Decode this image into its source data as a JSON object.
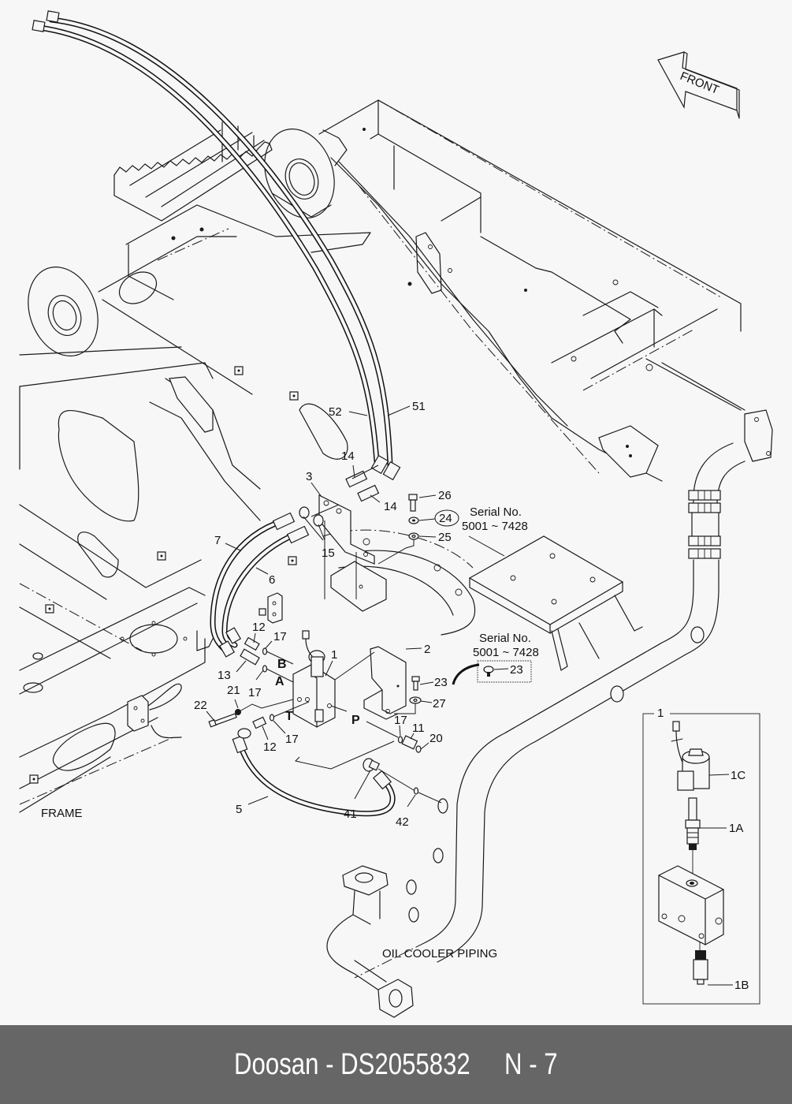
{
  "diagram": {
    "front_arrow_label": "FRONT",
    "frame_label": "FRAME",
    "oil_cooler_label": "OIL COOLER PIPING",
    "serial_notes": [
      {
        "line1": "Serial No.",
        "line2": "5001 ~ 7428"
      },
      {
        "line1": "Serial No.",
        "line2": "5001 ~ 7428"
      }
    ],
    "callouts": {
      "c52": "52",
      "c51": "51",
      "c14a": "14",
      "c14b": "14",
      "c3": "3",
      "c26": "26",
      "c24": "24",
      "c25": "25",
      "c15": "15",
      "c7": "7",
      "c6": "6",
      "c12a": "12",
      "c17a": "17",
      "c1": "1",
      "c2": "2",
      "c13": "13",
      "c17b": "17",
      "c21": "21",
      "c22": "22",
      "c12b": "12",
      "c17c": "17",
      "c23a": "23",
      "c27": "27",
      "c23b": "23",
      "c17d": "17",
      "c11": "11",
      "c20": "20",
      "c41": "41",
      "c42": "42",
      "c5": "5"
    },
    "ports": {
      "B": "B",
      "A": "A",
      "T": "T",
      "P": "P"
    },
    "detail": {
      "title": "1",
      "parts": {
        "coil": "1C",
        "cartridge": "1A",
        "plug": "1B"
      }
    }
  },
  "footer": {
    "brand": "Doosan",
    "part_number": "DS2055832",
    "page": "N - 7",
    "text": "Doosan - DS2055832     N - 7"
  }
}
